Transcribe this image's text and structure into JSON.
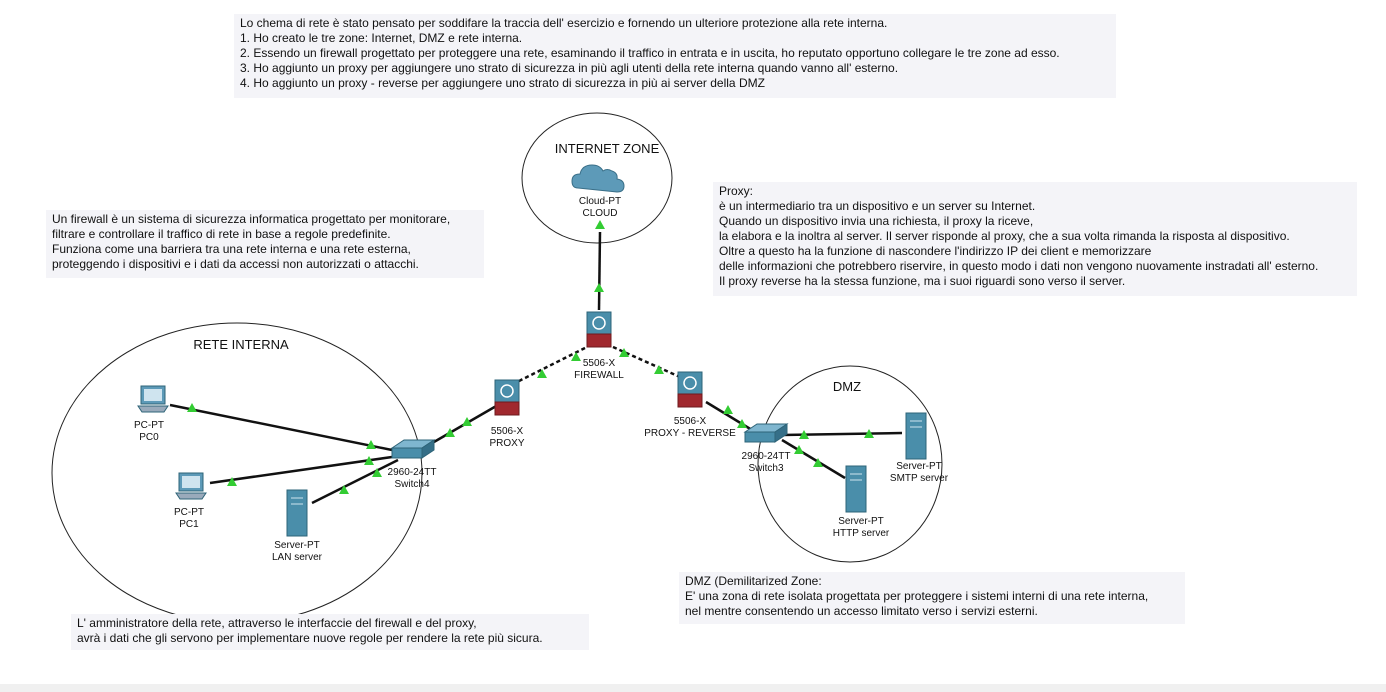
{
  "notes": {
    "top": [
      "Lo chema di rete è stato pensato per soddifare la traccia dell' esercizio e fornendo un ulteriore protezione alla rete interna.",
      "1. Ho creato le tre zone: Internet, DMZ e rete interna.",
      "2. Essendo un firewall progettato per proteggere una rete, esaminando il traffico in entrata e in uscita, ho reputato opportuno collegare le tre zone ad esso.",
      "3. Ho aggiunto un proxy per aggiungere uno strato di sicurezza in più agli utenti della rete interna quando vanno all' esterno.",
      "4. Ho aggiunto un proxy - reverse per aggiungere uno strato di sicurezza in più ai server della DMZ"
    ],
    "firewall": [
      "Un firewall è un sistema di sicurezza informatica progettato per monitorare,",
      "filtrare e controllare il traffico di rete in base a regole predefinite.",
      "Funziona come una barriera tra una rete interna e una rete esterna,",
      "proteggendo i dispositivi e i dati da accessi non autorizzati o attacchi."
    ],
    "proxy": [
      "Proxy:",
      "è un intermediario tra un dispositivo e un server su Internet.",
      "Quando un dispositivo invia una richiesta, il proxy la riceve,",
      "la elabora e la inoltra al server. Il server risponde al proxy, che a sua volta rimanda la risposta al dispositivo.",
      "Oltre a questo ha la funzione di nascondere l'indirizzo IP dei client e memorizzare",
      "delle informazioni che potrebbero riservire, in questo modo i dati non vengono nuovamente instradati all' esterno.",
      "Il proxy reverse ha la stessa funzione, ma i suoi riguardi sono verso il server."
    ],
    "dmz": [
      "DMZ (Demilitarized Zone:",
      "E' una zona di rete isolata progettata per proteggere i sistemi interni di una rete interna,",
      "nel mentre consentendo un accesso limitato verso i servizi esterni."
    ],
    "admin": [
      "L' amministratore della rete, attraverso le interfaccie del firewall e del proxy,",
      "avrà i dati che gli servono per implementare nuove regole per rendere la rete più sicura."
    ]
  },
  "zones": {
    "internet": "INTERNET ZONE",
    "internal": "RETE INTERNA",
    "dmz": "DMZ"
  },
  "devices": {
    "cloud": {
      "type": "Cloud-PT",
      "name": "CLOUD"
    },
    "firewall": {
      "type": "5506-X",
      "name": "FIREWALL"
    },
    "proxy": {
      "type": "5506-X",
      "name": "PROXY"
    },
    "reverse": {
      "type": "5506-X",
      "name": "PROXY - REVERSE"
    },
    "switch4": {
      "type": "2960-24TT",
      "name": "Switch4"
    },
    "switch3": {
      "type": "2960-24TT",
      "name": "Switch3"
    },
    "pc0": {
      "type": "PC-PT",
      "name": "PC0"
    },
    "pc1": {
      "type": "PC-PT",
      "name": "PC1"
    },
    "lan": {
      "type": "Server-PT",
      "name": "LAN server"
    },
    "smtp": {
      "type": "Server-PT",
      "name": "SMTP server"
    },
    "http": {
      "type": "Server-PT",
      "name": "HTTP server"
    }
  },
  "colors": {
    "link_up": "#33cc33",
    "device_blue": "#4a8eaa",
    "device_red": "#a0282e",
    "note_bg": "#f4f4f8"
  }
}
